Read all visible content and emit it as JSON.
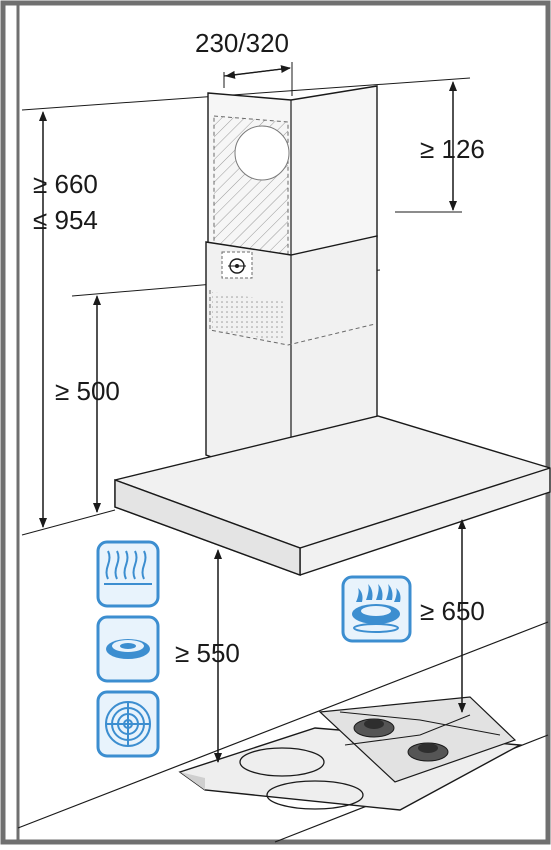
{
  "dimensions": {
    "duct_width": "230/320",
    "min_top_clearance": "≥ 126",
    "total_height_min": "≥ 660",
    "total_height_max": "≤ 954",
    "min_ceiling_to_hood": "≥ 500",
    "min_height_electric": "≥ 550",
    "min_height_gas": "≥ 650"
  },
  "icons": {
    "electric_radiant": "radiant-heater-icon",
    "electric_induction": "induction-plate-icon",
    "electric_coil": "coil-hob-icon",
    "gas_burner": "gas-flame-icon"
  },
  "colors": {
    "icon_blue": "#3c8ed0",
    "icon_fill": "#e8f3fc",
    "line": "#1a1a1a",
    "hood_fill": "#f1f1f1",
    "duct_fill": "#f6f6f6"
  }
}
